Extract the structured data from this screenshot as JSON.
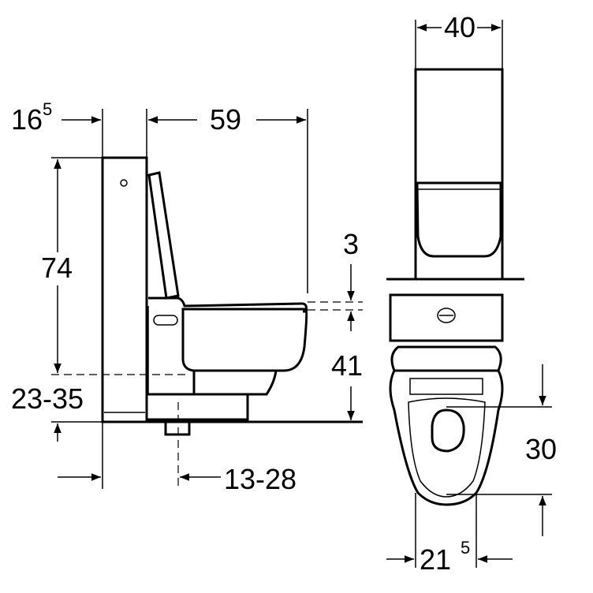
{
  "dimensions": {
    "wall_offset": {
      "value": "16",
      "sup": "5"
    },
    "depth": "59",
    "height": "74",
    "floor_range": "23-35",
    "drain_range": "13-28",
    "width_top": "40",
    "seat_gap": "3",
    "seat_height": "41",
    "bowl_opening": "30",
    "bowl_width": {
      "value": "21",
      "sup": "5"
    }
  }
}
